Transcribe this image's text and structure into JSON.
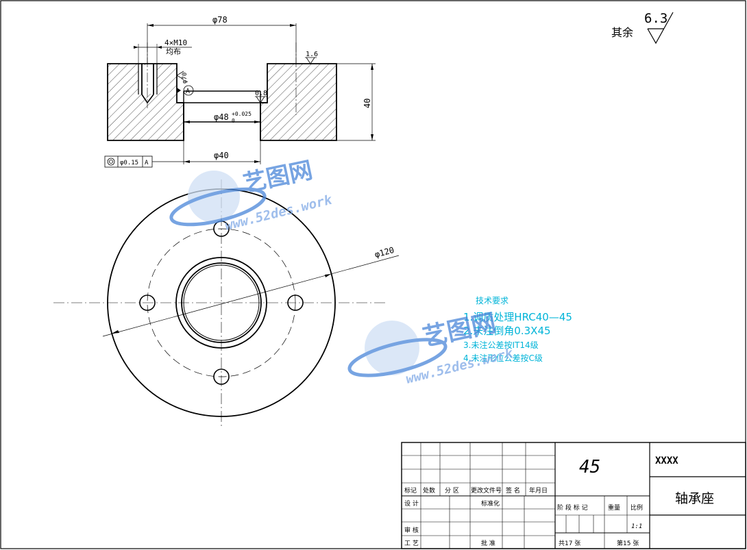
{
  "drawing": {
    "surface_label": "其余",
    "surface_value": "6.3",
    "dim_outer": "φ78",
    "thread_callout": "4×M10",
    "thread_note": "均布",
    "roughness_top": "1.6",
    "roughness_side": "0.8",
    "bore_dim": "φ48",
    "bore_tol_upper": "+0.025",
    "bore_tol_lower": "0",
    "height_dim": "40",
    "base_dim": "φ40",
    "small_dim": "φ70",
    "datum": "A",
    "concentricity_tol": "φ0.15",
    "concentricity_datum": "A",
    "dia_120": "φ120"
  },
  "notes": {
    "heading": "技术要求",
    "lines": [
      "1.调质处理HRC40—45",
      "2.未注倒角0.3X45",
      "3.未注公差按IT14级",
      "4.未注形位公差按C级"
    ]
  },
  "watermark": {
    "logo": "艺图网",
    "url": "www.52des.work"
  },
  "title_block": {
    "material": "45",
    "code": "XXXX",
    "part_name": "轴承座",
    "scale": "1:1",
    "sheets_total": "共17 张",
    "sheet_no": "第15 张",
    "headers": [
      "标记",
      "处数",
      "分 区",
      "更改文件号",
      "签 名",
      "年月日"
    ],
    "roles": [
      "设 计",
      "标准化",
      "审 核",
      "工 艺",
      "批 准"
    ],
    "stage_labels": [
      "阶 段 标 记",
      "重量",
      "比例"
    ]
  },
  "colors": {
    "line": "#000000",
    "note_text": "#00b4d8",
    "watermark": "#4a86d9"
  }
}
